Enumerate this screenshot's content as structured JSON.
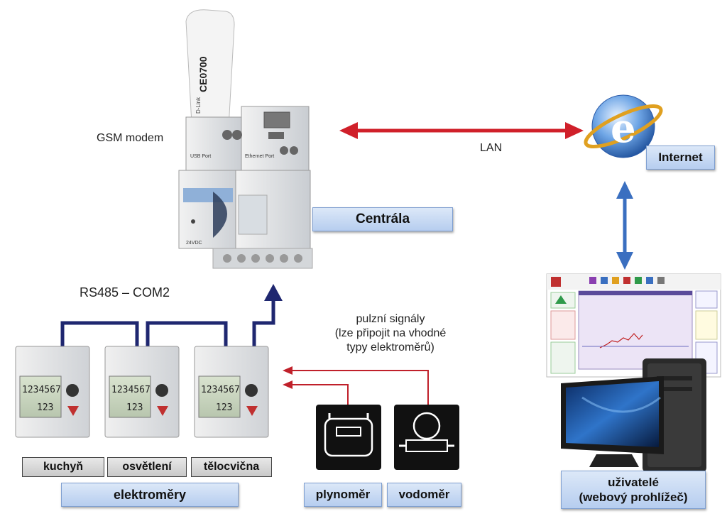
{
  "labels": {
    "gsm_modem": "GSM modem",
    "lan": "LAN",
    "internet": "Internet",
    "centrala": "Centrála",
    "rs485": "RS485 – COM2",
    "pulse_line1": "pulzní signály",
    "pulse_line2": "(lze připojit na vhodné",
    "pulse_line3": "typy elektroměrů)",
    "meter_names": [
      "kuchyň",
      "osvětlení",
      "tělocvična"
    ],
    "elektromery": "elektroměry",
    "plynomer": "plynoměr",
    "vodomer": "vodoměr",
    "users_line1": "uživatelé",
    "users_line2": "(webový prohlížeč)"
  },
  "device_text": {
    "modem_brand": "D-Link",
    "modem_mark": "CE0700",
    "meter_display_top": "1234567",
    "meter_display_bottom": "123",
    "port_usb": "USB Port",
    "port_ethernet": "Ethernet Port",
    "power": "24VDC"
  },
  "colors": {
    "lan_arrow": "#d0202a",
    "internet_arrow": "#3a6fc0",
    "bus_line": "#1f2770",
    "pulse_arrow": "#c0202a",
    "box_fill": "#c8daf4"
  },
  "icons": [
    "internet-explorer-icon",
    "gas-meter-icon",
    "water-meter-icon",
    "computer-icon",
    "gsm-modem-icon"
  ]
}
